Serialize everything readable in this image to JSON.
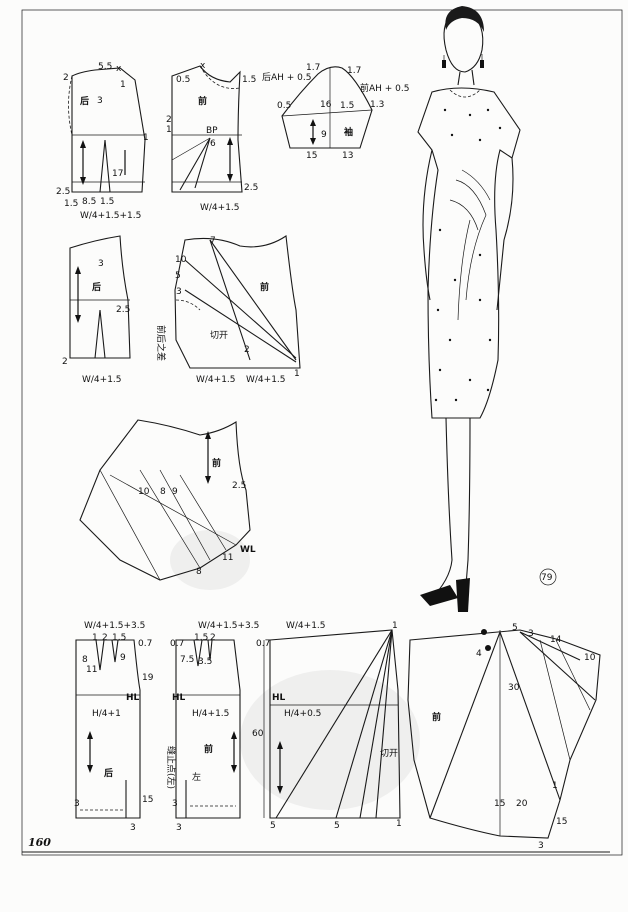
{
  "page_number": "160",
  "figure_number": "79",
  "bodice_back_small": {
    "label": "后",
    "m_5_5": "5.5",
    "m_x": "x",
    "m_2": "2",
    "m_1_top": "1",
    "m_3": "3",
    "m_1_side": "1",
    "m_17": "17",
    "m_2_5": "2.5",
    "m_1_5a": "1.5",
    "m_8_5": "8.5",
    "m_1_5b": "1.5",
    "formula": "W/4+1.5+1.5"
  },
  "bodice_front_small": {
    "label": "前",
    "m_x": "x",
    "m_0_5": "0.5",
    "m_1_5": "1.5",
    "m_2": "2",
    "m_1": "1",
    "bp": "BP",
    "m_6": "6",
    "m_2_5": "2.5",
    "formula": "W/4+1.5"
  },
  "sleeve": {
    "back_ah": "后AH + 0.5",
    "front_ah": "前AH + 0.5",
    "m_1_7a": "1.7",
    "m_1_7b": "1.7",
    "m_16": "16",
    "m_0_5": "0.5",
    "m_1_5": "1.5",
    "m_1_3": "1.3",
    "m_9": "9",
    "label": "袖",
    "m_15": "15",
    "m_13": "13"
  },
  "bodice_back_2": {
    "label": "后",
    "m_3": "3",
    "m_2_5": "2.5",
    "m_2": "2",
    "formula": "W/4+1.5"
  },
  "bodice_front_2": {
    "label": "前",
    "m_7": "7",
    "m_10": "10",
    "m_5": "5",
    "m_3": "3",
    "diff": "前后之差",
    "cut": "切开",
    "m_2": "2",
    "m_1": "1",
    "formula_a": "W/4+1.5",
    "formula_b": "W/4+1.5"
  },
  "bodice_front_3": {
    "label": "前",
    "m_10": "10",
    "m_8": "8",
    "m_9": "9",
    "m_2_5": "2.5",
    "wl": "WL",
    "m_11": "11",
    "m_8b": "8"
  },
  "skirt_back_small": {
    "formula_top": "W/4+1.5+3.5",
    "m_1": "1",
    "m_2": "2",
    "m_1_5": "1.5",
    "m_0_7": "0.7",
    "m_8": "8",
    "m_11": "11",
    "m_9": "9",
    "m_19": "19",
    "hl": "HL",
    "formula_h": "H/4+1",
    "label": "后",
    "m_3": "3",
    "m_15": "15",
    "m_3b": "3"
  },
  "skirt_front_small": {
    "formula_top": "W/4+1.5+3.5",
    "m_0_7": "0.7",
    "m_1_5": "1.5",
    "m_2": "2",
    "m_7_5": "7.5",
    "m_3_5": "3.5",
    "hl": "HL",
    "formula_h": "H/4+1.5",
    "stitch": "缝止点(左)",
    "left": "左",
    "label": "前",
    "m_3": "3",
    "m_3b": "3"
  },
  "skirt_front_large": {
    "formula_top": "W/4+1.5",
    "m_0_7": "0.7",
    "m_1": "1",
    "hl": "HL",
    "formula_h": "H/4+0.5",
    "m_60": "60",
    "cut": "切开",
    "m_5a": "5",
    "m_5b": "5",
    "m_1b": "1"
  },
  "skirt_final": {
    "label": "前",
    "m_5": "5",
    "m_3": "3",
    "m_4": "4",
    "m_14": "14",
    "m_10": "10",
    "m_30": "30",
    "m_15": "15",
    "m_20": "20",
    "m_1": "1",
    "m_15b": "15",
    "m_3b": "3"
  }
}
